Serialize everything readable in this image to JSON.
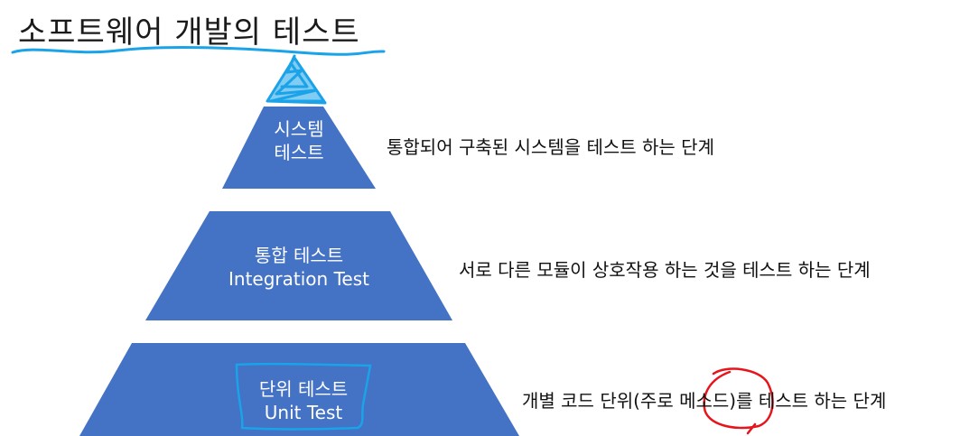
{
  "title": "소프트웨어 개발의 테스트",
  "colors": {
    "tier_fill": "#4472C4",
    "annotation_blue": "#1AA3E8",
    "annotation_red": "#E8141B"
  },
  "tiers": [
    {
      "id": "system",
      "label_line1": "시스템",
      "label_line2": "테스트",
      "description": "통합되어 구축된 시스템을 테스트 하는 단계"
    },
    {
      "id": "integration",
      "label_line1": "통합 테스트",
      "label_line2": "Integration Test",
      "description": "서로 다른 모듈이 상호작용 하는 것을 테스트 하는 단계"
    },
    {
      "id": "unit",
      "label_line1": "단위 테스트",
      "label_line2": "Unit Test",
      "description_before": "개별 코드 단위(주로 ",
      "description_highlight": "메소드",
      "description_after": ")를 테스트 하는 단계"
    }
  ]
}
